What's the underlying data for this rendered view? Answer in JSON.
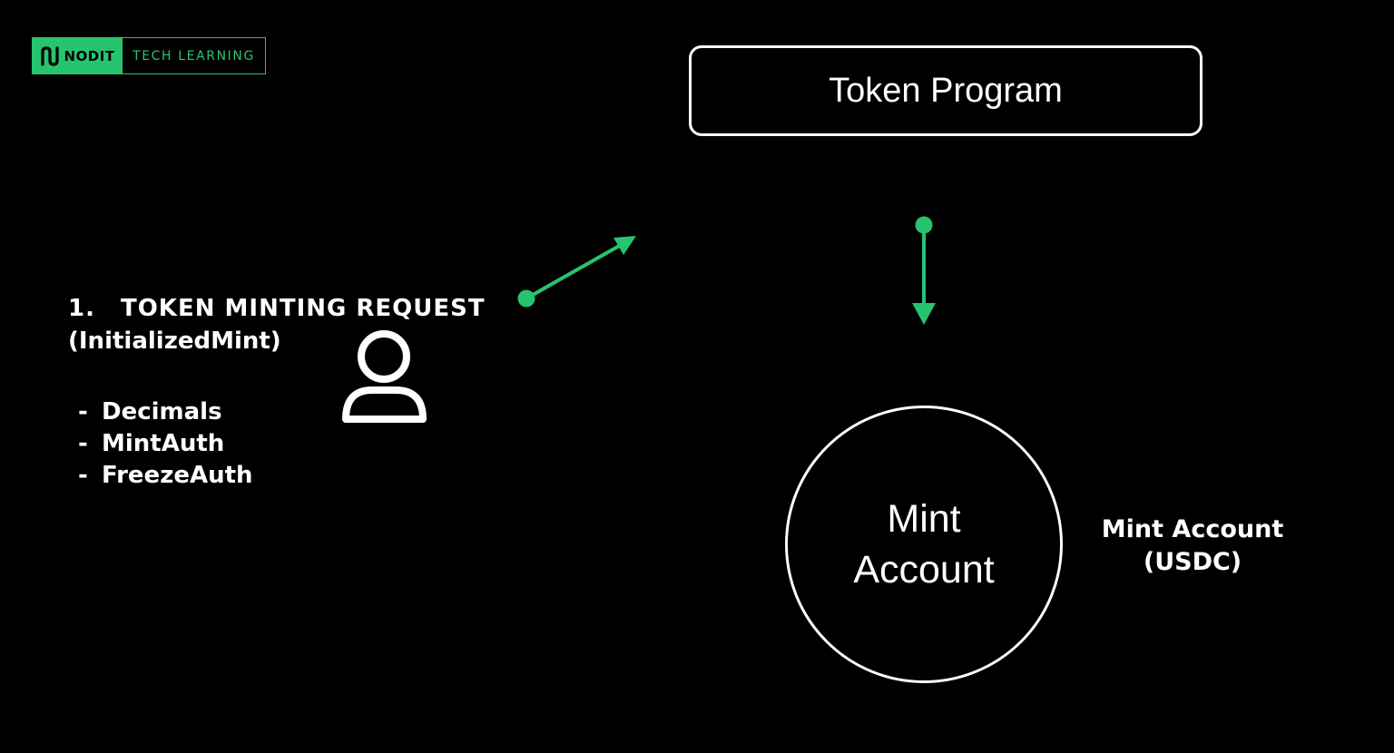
{
  "logo": {
    "brand": "NODIT",
    "tagline": "TECH LEARNING",
    "icon": "nodit-logo-icon",
    "accent": "#27c470"
  },
  "program": {
    "label": "Token Program"
  },
  "request": {
    "number": "1.",
    "title": "TOKEN MINTING REQUEST",
    "instruction": "(InitializedMint)",
    "params": [
      "Decimals",
      "MintAuth",
      "FreezeAuth"
    ],
    "bullet": "-"
  },
  "user": {
    "icon": "user-icon"
  },
  "mint": {
    "line1": "Mint",
    "line2": "Account",
    "caption_line1": "Mint Account",
    "caption_line2": "(USDC)"
  },
  "arrows": {
    "color": "#27c470"
  }
}
